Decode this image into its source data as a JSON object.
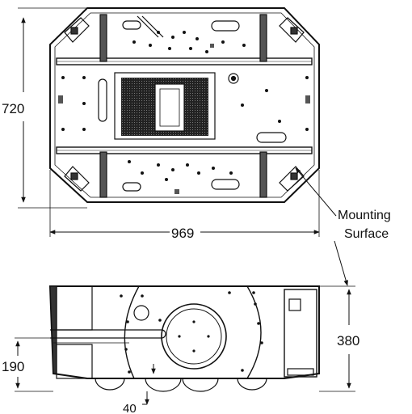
{
  "dimensions": {
    "top_height": "720",
    "top_width": "969",
    "side_height": "380",
    "side_lower": "190",
    "clearance": "40"
  },
  "labels": {
    "mounting_line1": "Mounting",
    "mounting_line2": "Surface"
  },
  "colors": {
    "line": "#111111",
    "fill_light": "#ffffff",
    "fill_dark": "#1a1a1a"
  }
}
